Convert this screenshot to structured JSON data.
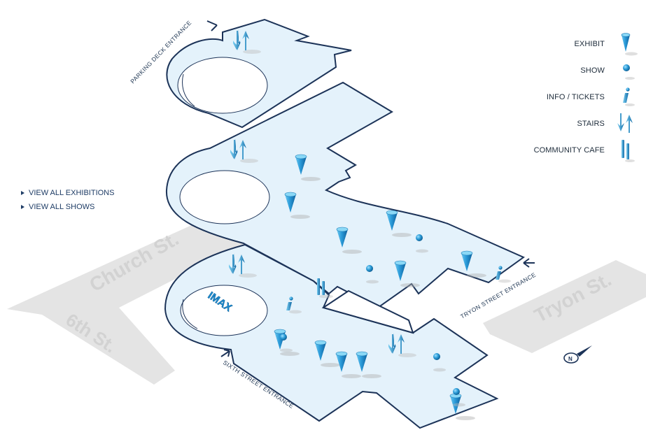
{
  "streets": {
    "church": "Church St.",
    "sixth": "6th St.",
    "tryon": "Tryon St."
  },
  "entrances": {
    "parking": "PARKING DECK ENTRANCE",
    "tryon": "TRYON STREET ENTRANCE",
    "sixth": "SIXTH STREET ENTRANCE"
  },
  "imax_label": "IMAX",
  "compass_label": "N",
  "links": [
    {
      "label": "VIEW ALL EXHIBITIONS"
    },
    {
      "label": "VIEW ALL SHOWS"
    }
  ],
  "legend": [
    {
      "label": "EXHIBIT",
      "icon": "exhibit-cone-icon"
    },
    {
      "label": "SHOW",
      "icon": "show-sphere-icon"
    },
    {
      "label": "INFO / TICKETS",
      "icon": "info-icon"
    },
    {
      "label": "STAIRS",
      "icon": "stairs-arrows-icon"
    },
    {
      "label": "COMMUNITY CAFE",
      "icon": "cafe-icon"
    }
  ],
  "colors": {
    "floor_fill": "#e4f2fb",
    "floor_outline": "#1c3358",
    "marker_blue": "#1f8fd0",
    "street_gray": "#e3e3e3",
    "link_blue": "#1f3d66"
  }
}
